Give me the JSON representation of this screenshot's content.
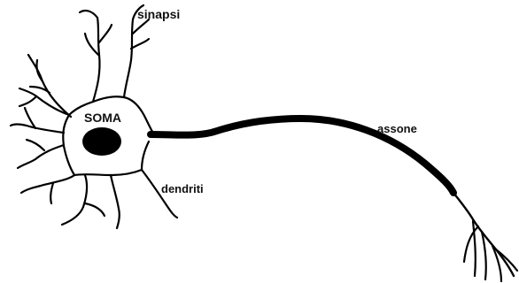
{
  "labels": {
    "sinapsi": "sinapsi",
    "soma": "SOMA",
    "assone": "assone",
    "dendriti": "dendriti"
  },
  "colors": {
    "ink": "#000000",
    "background": "#ffffff"
  }
}
